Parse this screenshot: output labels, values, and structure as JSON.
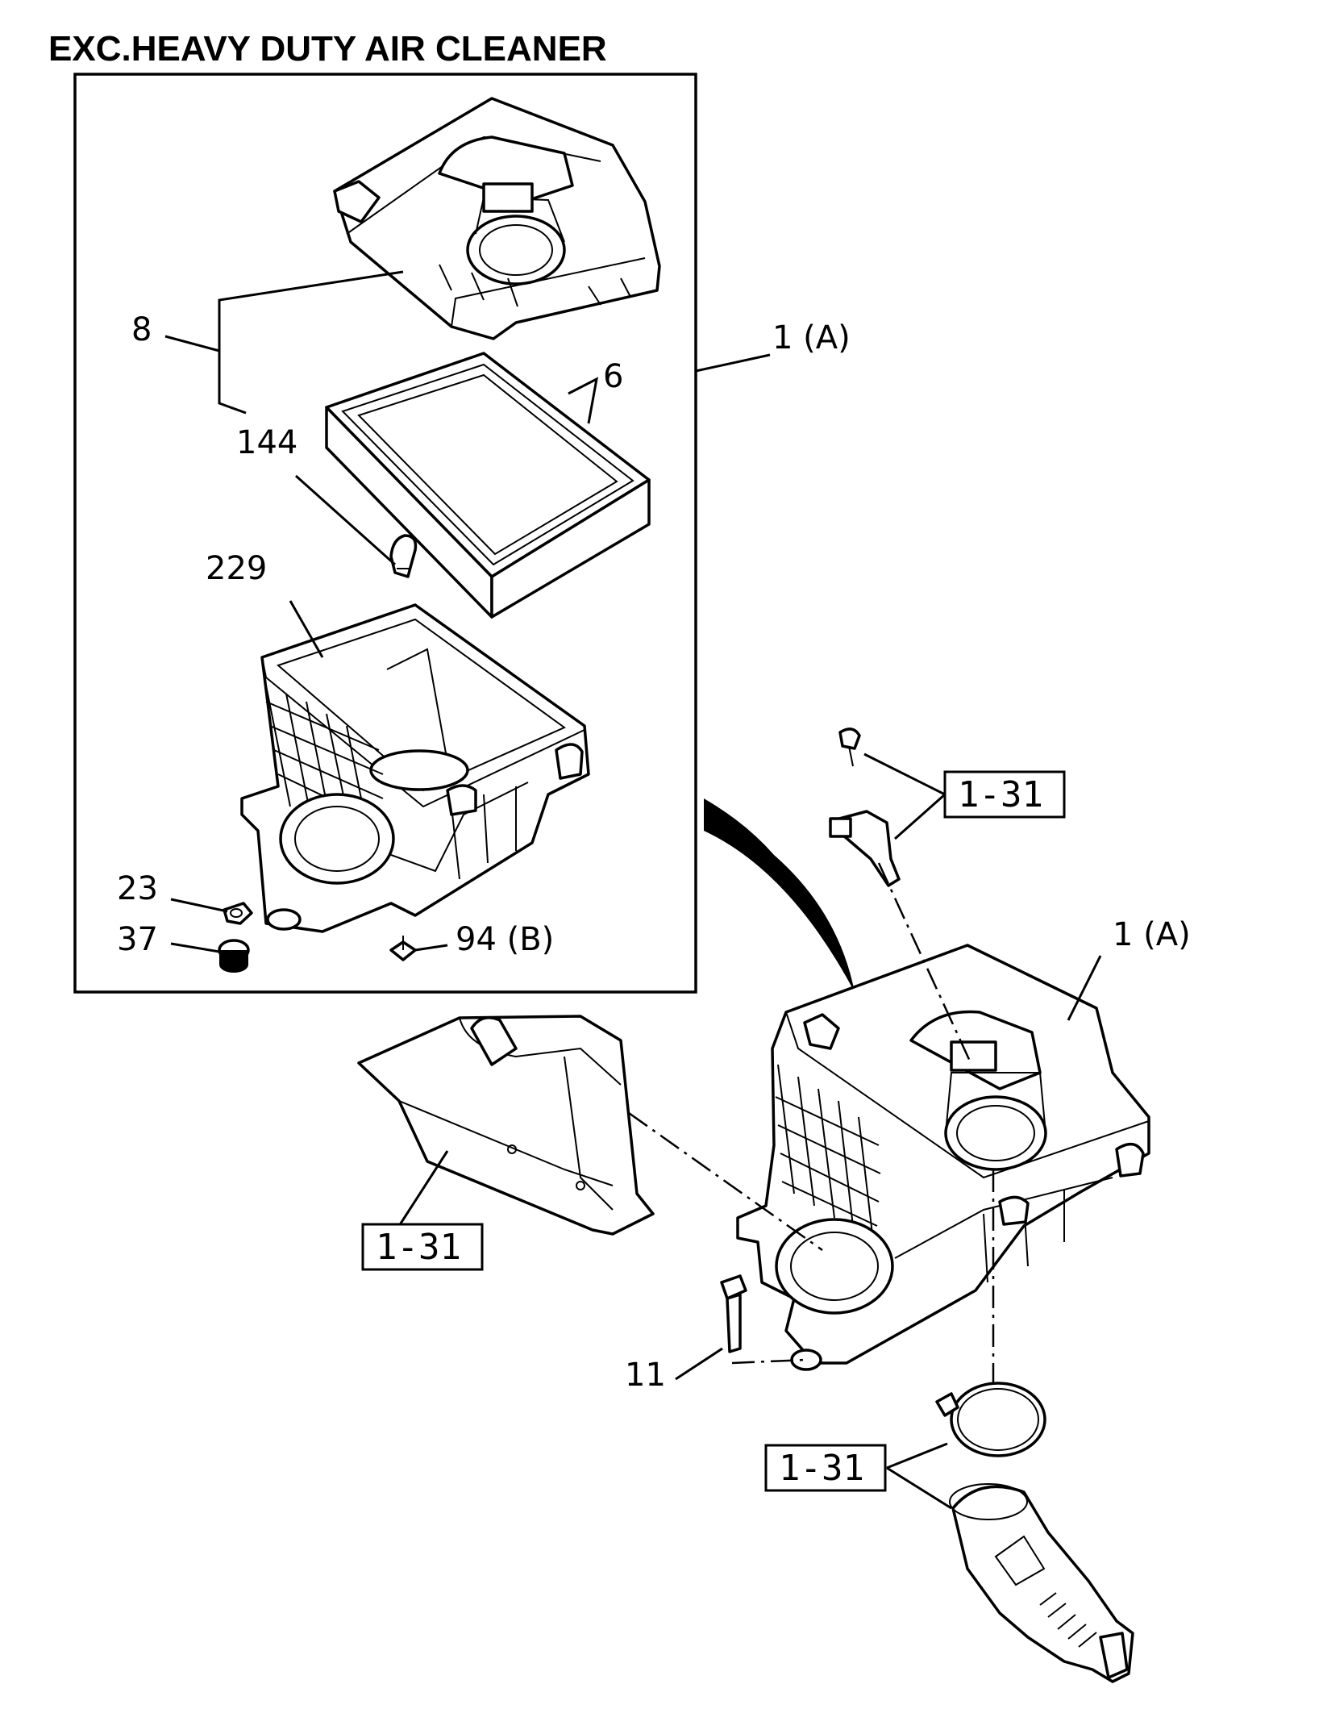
{
  "diagram": {
    "title": "EXC.HEAVY DUTY AIR CLEANER",
    "callouts": {
      "c8": "8",
      "c144": "144",
      "c6": "6",
      "c229": "229",
      "c23": "23",
      "c37": "37",
      "c94b": "94 (B)",
      "c1a_box": "1 (A)",
      "c1a_main": "1 (A)",
      "c11": "11"
    },
    "references": {
      "ref_sensor": "1-31",
      "ref_duct": "1-31",
      "ref_hose": "1-31"
    },
    "icons": [
      "air-cleaner-cover-icon",
      "air-filter-element-icon",
      "clip-icon",
      "air-cleaner-body-icon",
      "grommet-icon",
      "mounting-rubber-icon",
      "bolt-icon",
      "sensor-icon",
      "intake-duct-icon",
      "hose-clamp-icon",
      "intake-hose-icon",
      "direction-arrow-icon"
    ]
  }
}
